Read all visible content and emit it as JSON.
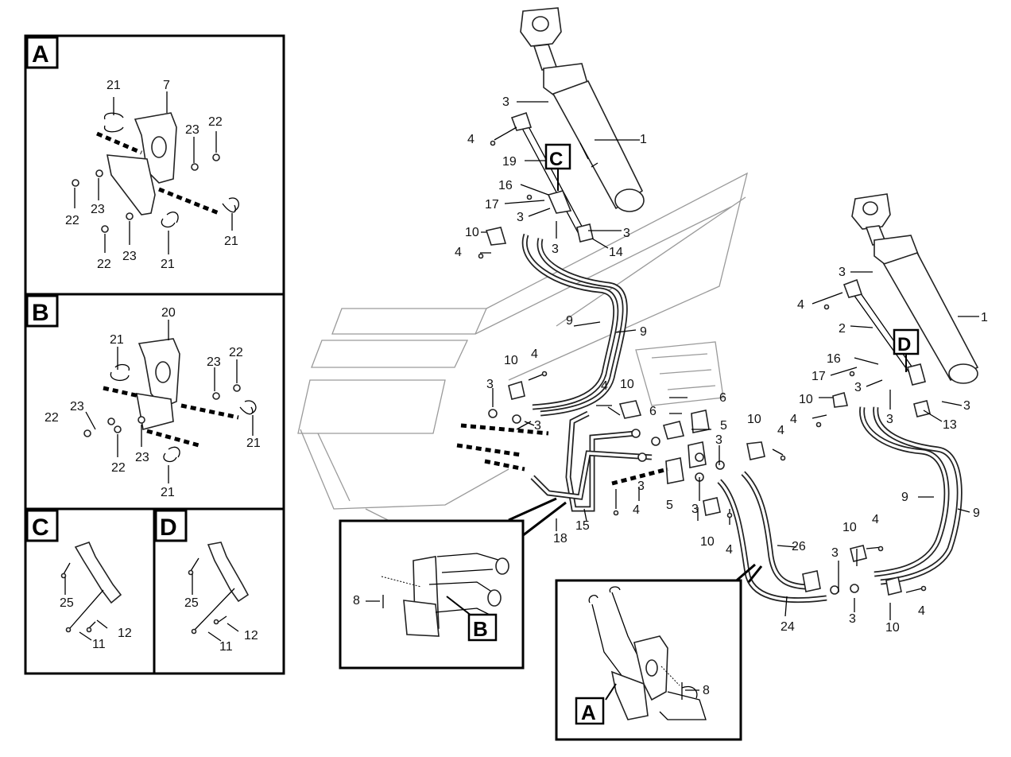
{
  "panels": {
    "A": {
      "letter": "A",
      "labels": {
        "n21a": "21",
        "n7": "7",
        "n23a": "23",
        "n22a": "22",
        "n22b": "22",
        "n23b": "23",
        "n22c": "22",
        "n23c": "23",
        "n21b": "21",
        "n21c": "21"
      }
    },
    "B": {
      "letter": "B",
      "labels": {
        "n20": "20",
        "n21a": "21",
        "n23a": "23",
        "n22a": "22",
        "n23b": "23",
        "n22b": "22",
        "n23c": "23",
        "n22c": "22",
        "n21b": "21",
        "n21c": "21"
      }
    },
    "C": {
      "letter": "C",
      "labels": {
        "n25": "25",
        "n11": "11",
        "n12": "12"
      }
    },
    "D": {
      "letter": "D",
      "labels": {
        "n25": "25",
        "n11": "11",
        "n12": "12"
      }
    }
  },
  "callouts": {
    "C": "C",
    "D": "D",
    "B": "B",
    "A": "A"
  },
  "detail_b": {
    "n8": "8"
  },
  "detail_a": {
    "n8": "8"
  },
  "main_labels": {
    "left_cyl": {
      "n3a": "3",
      "n4a": "4",
      "n1": "1",
      "n19": "19",
      "n16": "16",
      "n17": "17",
      "n3b": "3",
      "n3c": "3",
      "n10": "10",
      "n4b": "4",
      "n3d": "3",
      "n14": "14"
    },
    "right_cyl": {
      "n3a": "3",
      "n4a": "4",
      "n1": "1",
      "n2": "2",
      "n16": "16",
      "n17": "17",
      "n3b": "3",
      "n3c": "3",
      "n10": "10",
      "n4b": "4",
      "n3d": "3",
      "n13": "13"
    },
    "center": {
      "n9a": "9",
      "n9b": "9",
      "n10a": "10",
      "n4a": "4",
      "n3a": "3",
      "n3b": "3",
      "n4b": "4",
      "n10b": "10",
      "n6a": "6",
      "n6b": "6",
      "n5a": "5",
      "n3c": "3",
      "n10c": "10",
      "n4c": "4",
      "n5b": "5",
      "n3d": "3",
      "n3e": "3",
      "n4d": "4",
      "n15": "15",
      "n18": "18",
      "n10d": "10",
      "n4e": "4",
      "n26": "26",
      "n9c": "9",
      "n9d": "9",
      "n10e": "10",
      "n4f": "4",
      "n3f": "3",
      "n24": "24",
      "n3g": "3",
      "n10f": "10",
      "n4g": "4"
    }
  }
}
